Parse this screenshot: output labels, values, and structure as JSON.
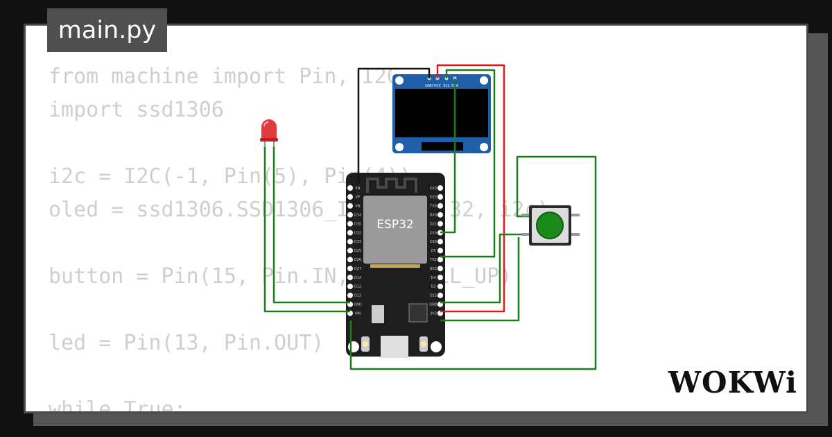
{
  "file_tab": {
    "label": "main.py"
  },
  "code_lines": [
    "from machine import Pin, I2C",
    "import ssd1306",
    "",
    "i2c = I2C(-1, Pin(5), Pin(4))",
    "oled = ssd1306.SSD1306_I2C(128, 32, i2c)",
    "",
    "button = Pin(15, Pin.IN, Pin.PULL_UP)",
    "",
    "led = Pin(13, Pin.OUT)",
    "",
    "while True:"
  ],
  "esp32": {
    "label": "ESP32"
  },
  "oled": {
    "pins": [
      "GND",
      "VCC",
      "SCL",
      "SDA"
    ]
  },
  "esp32_left_pins": [
    "EN",
    "VP",
    "VN",
    "D34",
    "D35",
    "D32",
    "D33",
    "D25",
    "D26",
    "D27",
    "D14",
    "D12",
    "D13",
    "GND",
    "VIN"
  ],
  "esp32_right_pins": [
    "D23",
    "D22",
    "TX0",
    "RX0",
    "D21",
    "D19",
    "D18",
    "D5",
    "TX2",
    "RX2",
    "D4",
    "D2",
    "D15",
    "GND",
    "3V3"
  ],
  "brand": {
    "logo": "WOKWi"
  },
  "colors": {
    "wire_green": "#1a7f1a",
    "wire_red": "#e01a1a",
    "wire_black": "#111111",
    "oled_blue": "#1f5faa",
    "board": "#1e1e1e",
    "chip": "#9a9a9a",
    "button_green": "#1a8a1a",
    "led_red": "#e23b3b"
  }
}
